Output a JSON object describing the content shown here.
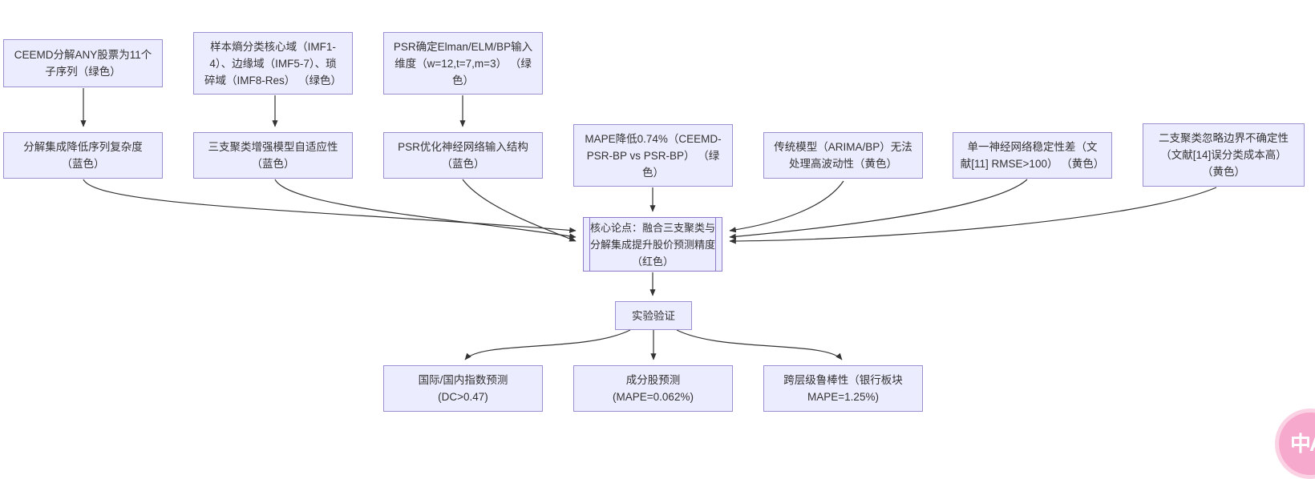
{
  "flowchart": {
    "nodes": {
      "ceemd_decompose": {
        "text": "CEEMD分解ANY股票为11个\n子序列（绿色）"
      },
      "sample_entropy": {
        "text": "样本熵分类核心域（IMF1-\n4）、边缘域（IMF5-7）、琐\n碎域（IMF8-Res） （绿色）"
      },
      "psr_dimension": {
        "text": "PSR确定Elman/ELM/BP输入\n维度（w=12,t=7,m=3） （绿\n色）"
      },
      "decompose_integrate": {
        "text": "分解集成降低序列复杂度\n（蓝色）"
      },
      "three_way_adaptive": {
        "text": "三支聚类增强模型自适应性\n（蓝色）"
      },
      "psr_optimize": {
        "text": "PSR优化神经网络输入结构\n（蓝色）"
      },
      "mape_reduce": {
        "text": "MAPE降低0.74%（CEEMD-\nPSR-BP vs PSR-BP） （绿\n色）"
      },
      "traditional_limit": {
        "text": "传统模型（ARIMA/BP）无法\n处理高波动性（黄色）"
      },
      "single_nn_unstable": {
        "text": "单一神经网络稳定性差（文\n献[11] RMSE>100） （黄色）"
      },
      "two_way_limit": {
        "text": "二支聚类忽略边界不确定性\n（文献[14]误分类成本高）\n（黄色）"
      },
      "core_thesis": {
        "text": "核心论点：融合三支聚类与\n分解集成提升股价预测精度\n（红色）"
      },
      "experiment": {
        "text": "实验验证"
      },
      "index_prediction": {
        "text": "国际/国内指数预测\n(DC>0.47)"
      },
      "constituent_prediction": {
        "text": "成分股预测\n(MAPE=0.062%)"
      },
      "cross_level_robustness": {
        "text": "跨层级鲁棒性（银行板块\nMAPE=1.25%)"
      }
    },
    "colors": {
      "node_fill": "#ECECFF",
      "node_border": "#9a8fd0",
      "edge": "#333333",
      "background": "#ffffff"
    }
  },
  "floating_button": {
    "label": "中A",
    "color": "#F6A9CC"
  }
}
